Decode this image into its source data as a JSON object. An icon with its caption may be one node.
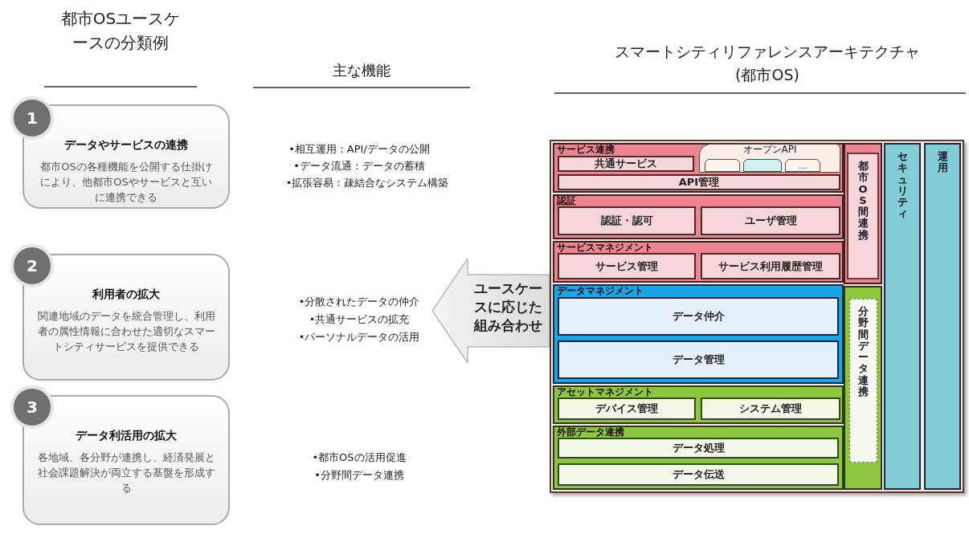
{
  "diagram": {
    "nodes": [
      {
        "text": [
          "1"
        ]
      },
      {
        "text": [
          "データやサービスの連携",
          "都市OSの各種機能を公開する仕掛けにより、他都市OSやサービスと互いに連携できる"
        ]
      },
      {
        "text": [
          "2"
        ]
      },
      {
        "text": [
          "利用者の拡大",
          "関連地域のデータを統合管理し、利用者の属性情報に合わせた適切なスマートシティサービスを提供できる"
        ]
      },
      {
        "text": [
          "3"
        ]
      },
      {
        "text": [
          "データ利活用の拡大",
          "各地域、各分野が連携し、経済発展と社会課題解決が両立する基盤を形成する"
        ]
      },
      {
        "text": [
          "ユースケースに応じた組み合わせ"
        ]
      },
      {
        "text": [],
        "shape": "box"
      },
      {
        "text": [
          "サービス連携"
        ],
        "in": 7
      },
      {
        "text": [
          "共通サービス"
        ],
        "in": 8
      },
      {
        "text": [
          "オープンAPI"
        ],
        "in": 8
      },
      {
        "text": [],
        "shape": "box",
        "in": 10
      },
      {
        "text": [],
        "shape": "box",
        "in": 10
      },
      {
        "text": [
          "…"
        ],
        "in": 10
      },
      {
        "text": [
          "API管理"
        ],
        "in": 8
      },
      {
        "text": [
          "認証"
        ],
        "in": 7
      },
      {
        "text": [
          "認証・認可"
        ],
        "in": 15
      },
      {
        "text": [
          "ユーザ管理"
        ],
        "in": 15
      },
      {
        "text": [
          "サービスマネジメント"
        ],
        "in": 7
      },
      {
        "text": [
          "サービス管理"
        ],
        "in": 18
      },
      {
        "text": [
          "サービス利用履歴管理"
        ],
        "in": 18
      },
      {
        "text": [
          "都市OS間連携"
        ],
        "in": 7
      },
      {
        "text": [
          "データマネジメント"
        ],
        "in": 7
      },
      {
        "text": [
          "データ仲介"
        ],
        "in": 22
      },
      {
        "text": [
          "データ管理"
        ],
        "in": 22
      },
      {
        "text": [
          "アセットマネジメント"
        ],
        "in": 7
      },
      {
        "text": [
          "デバイス管理"
        ],
        "in": 25
      },
      {
        "text": [
          "システム管理"
        ],
        "in": 25
      },
      {
        "text": [
          "外部データ連携"
        ],
        "in": 7
      },
      {
        "text": [
          "データ処理"
        ],
        "in": 28
      },
      {
        "text": [
          "データ伝送"
        ],
        "in": 28
      },
      {
        "text": [
          "分野間データ連携"
        ],
        "in": 7
      },
      {
        "text": [
          "セキュリティ"
        ],
        "in": 7
      },
      {
        "text": [
          "運用"
        ],
        "in": 7
      }
    ],
    "labels": [
      "都市OSユースケースの分類例",
      "主な機能",
      "スマートシティリファレンスアーキテクチャ(都市OS)",
      "•相互運用：API/データの公開",
      "•データ流通：データの蓄積",
      "•拡張容易：疎結合なシステム構築",
      "•分散されたデータの仲介",
      "•共通サービスの拡充",
      "•パーソナルデータの活用",
      "•都市OSの活用促進",
      "•分野間データ連携"
    ]
  }
}
